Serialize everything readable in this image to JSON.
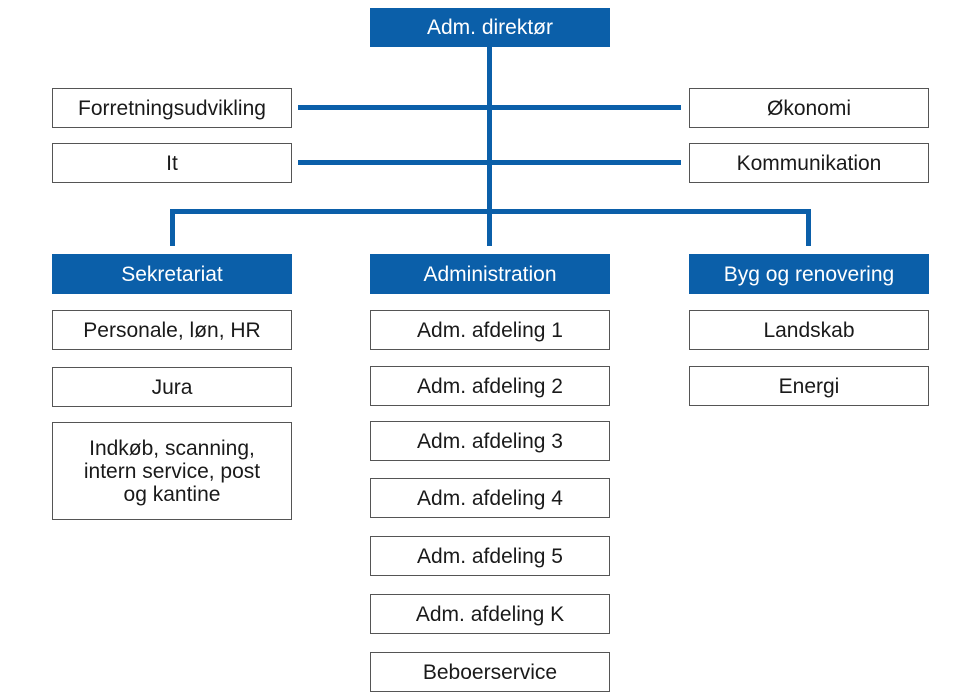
{
  "colors": {
    "primary": "#0b5fa9",
    "border": "#555555"
  },
  "director": "Adm. direktør",
  "staff": {
    "left": [
      "Forretningsudvikling",
      "It"
    ],
    "right": [
      "Økonomi",
      "Kommunikation"
    ]
  },
  "departments": [
    {
      "title": "Sekretariat",
      "units": [
        "Personale, løn, HR",
        "Jura",
        "Indkøb, scanning, intern service, post og kantine"
      ]
    },
    {
      "title": "Administration",
      "units": [
        "Adm. afdeling 1",
        "Adm. afdeling 2",
        "Adm. afdeling 3",
        "Adm. afdeling 4",
        "Adm. afdeling 5",
        "Adm. afdeling K",
        "Beboerservice"
      ]
    },
    {
      "title": "Byg og renovering",
      "units": [
        "Landskab",
        "Energi"
      ]
    }
  ]
}
